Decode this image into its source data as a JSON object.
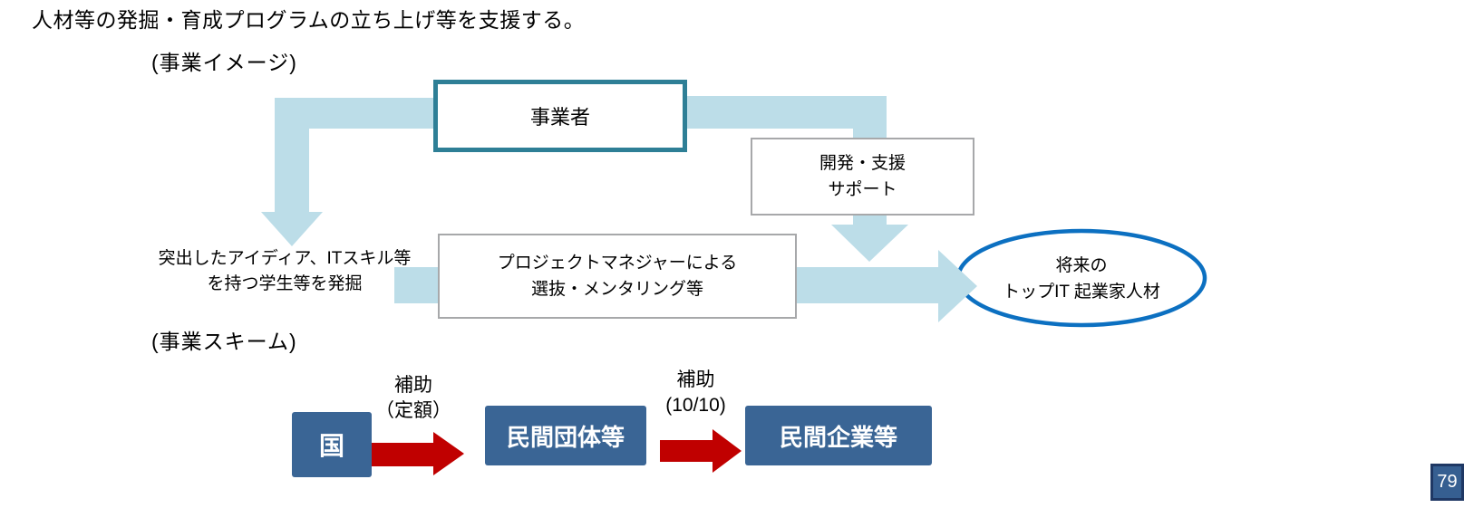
{
  "colors": {
    "lightblue": "#BCDDE8",
    "teal": "#2E7F96",
    "boxborder": "#A7A8AA",
    "blue": "#0C70C1",
    "navy": "#3A6595",
    "red": "#C00000",
    "pagebg": "#365F91",
    "pageborder": "#1F3864"
  },
  "heading": {
    "text": "人材等の発掘・育成プログラムの立ち上げ等を支援する。"
  },
  "image_section": {
    "label": "(事業イメージ)",
    "business_operator": "事業者",
    "dev_support_line1": "開発・支援",
    "dev_support_line2": "サポート",
    "discover_line1": "突出したアイディア、ITスキル等",
    "discover_line2": "を持つ学生等を発掘",
    "pm_line1": "プロジェクトマネジャーによる",
    "pm_line2": "選抜・メンタリング等",
    "future_line1": "将来の",
    "future_line2": "トップIT 起業家人材"
  },
  "scheme_section": {
    "label": "(事業スキーム)",
    "country": "国",
    "subsidy1_line1": "補助",
    "subsidy1_line2": "（定額）",
    "org": "民間団体等",
    "subsidy2_line1": "補助",
    "subsidy2_line2": "(10/10)",
    "corp": "民間企業等"
  },
  "page": {
    "number": "79"
  }
}
